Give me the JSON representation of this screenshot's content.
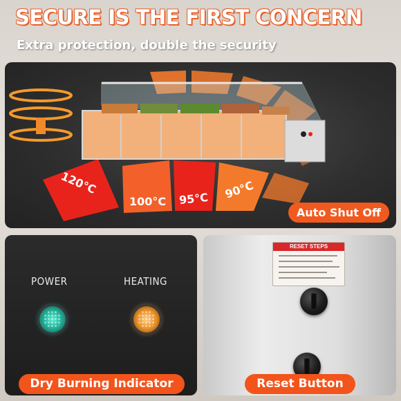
{
  "headline": "SECURE IS THE FIRST CONCERN",
  "subheadline": "Extra protection, double the security",
  "hero": {
    "temperatures": [
      "120°C",
      "100°C",
      "95°C",
      "90°C"
    ],
    "auto_shut_off": "Auto Shut Off",
    "colors": {
      "accent": "#f15a1f",
      "hot_red": "#e8231c",
      "warm_orange": "#f47a2b"
    }
  },
  "left_panel": {
    "power_label": "POWER",
    "heating_label": "HEATING",
    "caption": "Dry Burning Indicator"
  },
  "right_panel": {
    "card_title": "RESET STEPS",
    "caption": "Reset Button"
  }
}
